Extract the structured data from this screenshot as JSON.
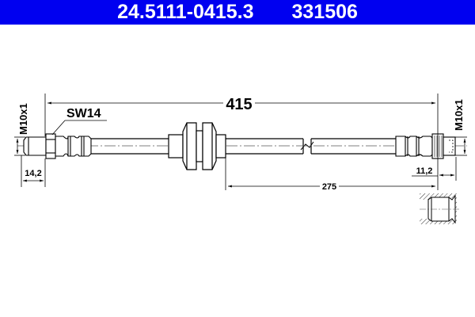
{
  "header": {
    "part_number": "24.5111-0415.3",
    "ref_number": "331506",
    "background": "#0000f0"
  },
  "drawing": {
    "total_length_label": "415",
    "partial_length_label": "275",
    "wrench_size_label": "SW14",
    "left_thread_label": "M10x1",
    "right_thread_label": "M10x1",
    "left_fitting_length_label": "14,2",
    "right_fitting_length_label": "11,2"
  }
}
